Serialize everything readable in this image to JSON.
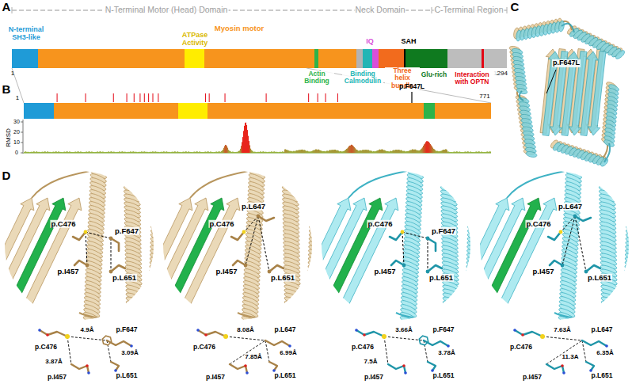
{
  "diagram": {
    "labels": [
      "A",
      "N-Terminal Motor (Head) Domain",
      "Neck Domain",
      "C-Terminal Region",
      "N-terminal SH3-like",
      "Myosin motor",
      "ATPase Activity",
      "IQ",
      "SAH",
      "1",
      "1294",
      "Actin Binding",
      "Binding Calmodulin",
      "Three helix bundle",
      "Glu-rich",
      "Interaction with OPTN",
      "B",
      "p.F647L",
      "1",
      "771",
      "RMSD",
      "30",
      "20",
      "10",
      "0",
      "C",
      "p.F647L",
      "D",
      "p.C476",
      "p.F647",
      "p.I457",
      "p.L651",
      "p.L647",
      "p.C476",
      "p.I457",
      "p.L651",
      "p.C476",
      "p.F647",
      "p.I457",
      "p.L651",
      "p.L647",
      "p.C476",
      "p.I457",
      "p.L651",
      "p.C476",
      "p.F647",
      "4.9Å",
      "3.87Å",
      "3.09Å",
      "p.I457",
      "p.L651",
      "p.C476",
      "8.08Å",
      "p.L647",
      "7.85Å",
      "6.99Å",
      "p.I457",
      "p.L651",
      "p.C476",
      "3.66Å",
      "p.F647",
      "7.5Å",
      "3.78Å",
      "p.I457",
      "p.L651",
      "p.C476",
      "7.63Å",
      "p.L647",
      "11.3A",
      "6.35Å",
      "p.I457",
      "p.L651"
    ]
  }
}
